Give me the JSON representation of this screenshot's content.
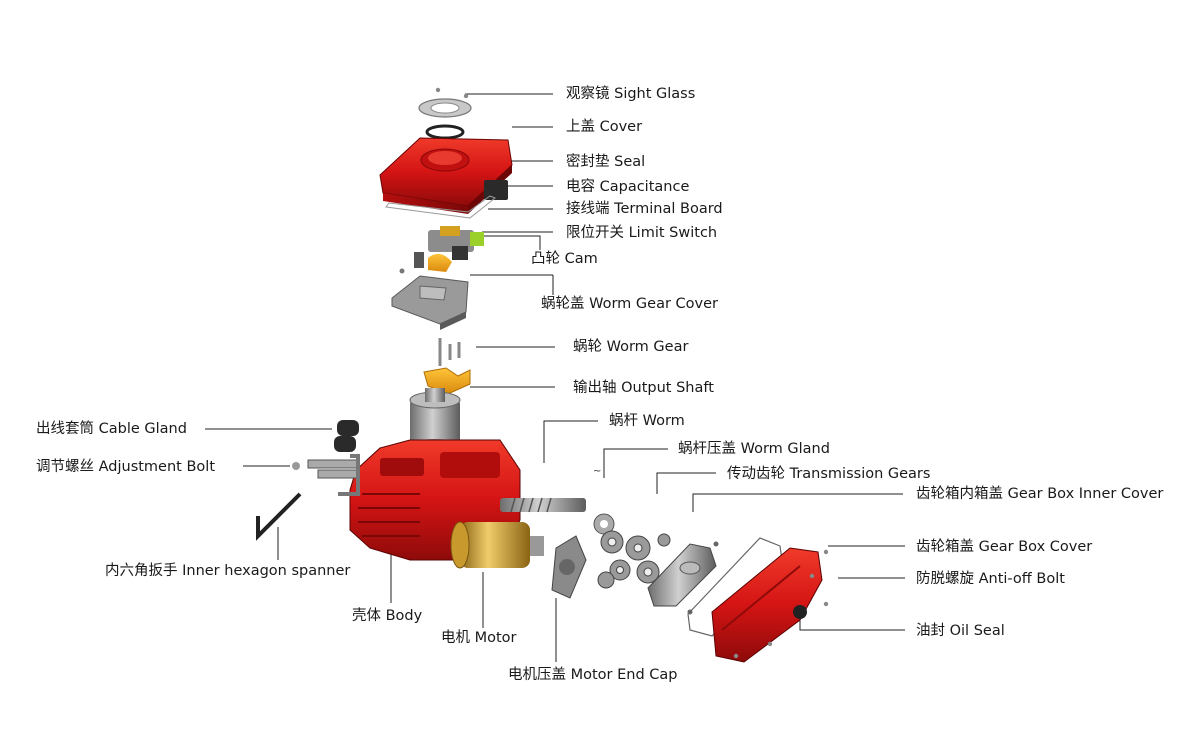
{
  "colors": {
    "housing_red": "#d41414",
    "housing_dark": "#8e0a0a",
    "metal_grey": "#a9a9a9",
    "metal_dark": "#6b6b6b",
    "brass": "#c89a2e",
    "yellow_part": "#f0a81c",
    "leader_line": "#222222"
  },
  "labels": {
    "sight_glass": "观察镜 Sight Glass",
    "cover": "上盖 Cover",
    "seal": "密封垫 Seal",
    "capacitance": "电容 Capacitance",
    "terminal_board": "接线端 Terminal Board",
    "limit_switch": "限位开关 Limit Switch",
    "cam": "凸轮 Cam",
    "worm_gear_cover": "蜗轮盖 Worm Gear Cover",
    "worm_gear": "蜗轮 Worm Gear",
    "output_shaft": "输出轴 Output Shaft",
    "worm": "蜗杆 Worm",
    "worm_gland": "蜗杆压盖 Worm Gland",
    "transmission_gears": "传动齿轮 Transmission Gears",
    "gear_box_inner_cover": "齿轮箱内箱盖 Gear Box Inner Cover",
    "gear_box_cover": "齿轮箱盖 Gear Box Cover",
    "anti_off_bolt": "防脱螺旋 Anti-off Bolt",
    "oil_seal": "油封 Oil Seal",
    "cable_gland": "出线套筒 Cable Gland",
    "adjustment_bolt": "调节螺丝 Adjustment Bolt",
    "inner_hexagon_spanner": "内六角扳手 Inner hexagon spanner",
    "body": "壳体 Body",
    "motor": "电机 Motor",
    "motor_end_cap": "电机压盖 Motor End Cap"
  }
}
